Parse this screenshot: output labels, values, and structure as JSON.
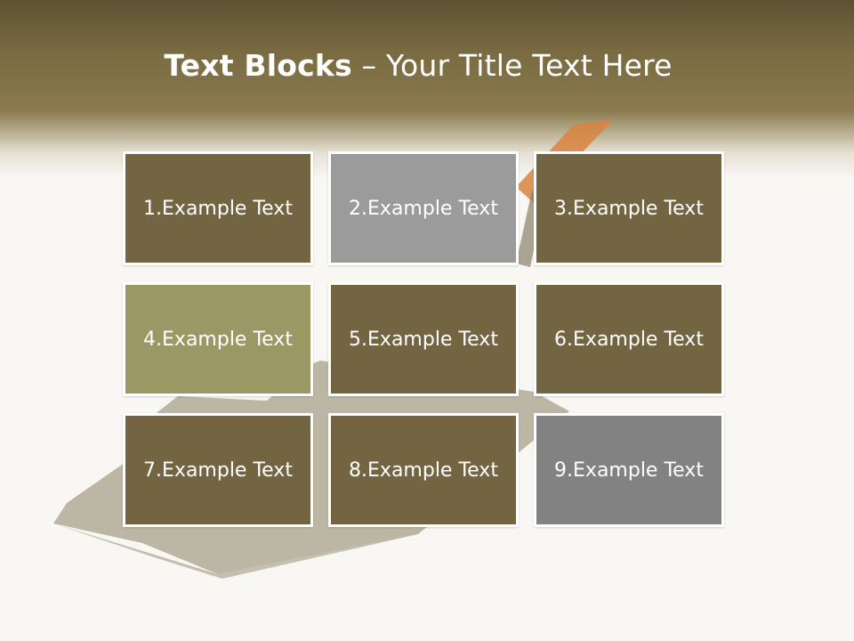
{
  "slide": {
    "title_bold": "Text Blocks",
    "title_dash": " – ",
    "title_rest": "Your Title Text Here"
  },
  "colors": {
    "brown": "#736541",
    "gray_light": "#9b9b9b",
    "olive": "#9a9864",
    "gray_dark": "#828282"
  },
  "blocks": [
    {
      "label": "1.Example Text",
      "color": "#736541"
    },
    {
      "label": "2.Example Text",
      "color": "#9b9b9b"
    },
    {
      "label": "3.Example Text",
      "color": "#736541"
    },
    {
      "label": "4.Example Text",
      "color": "#9a9864"
    },
    {
      "label": "5.Example Text",
      "color": "#736541"
    },
    {
      "label": "6.Example Text",
      "color": "#736541"
    },
    {
      "label": "7.Example Text",
      "color": "#736541"
    },
    {
      "label": "8.Example Text",
      "color": "#736541"
    },
    {
      "label": "9.Example Text",
      "color": "#828282"
    }
  ]
}
